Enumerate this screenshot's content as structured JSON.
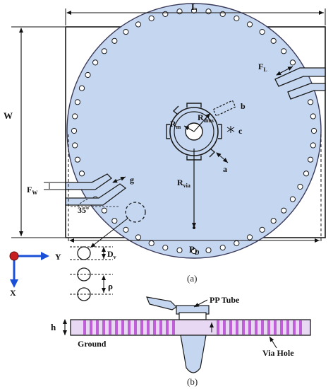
{
  "panel_a": {
    "dimensions": {
      "L": "L",
      "W": "W",
      "FL": "F",
      "FL_sub": "L",
      "FW": "F",
      "FW_sub": "W",
      "g": "g",
      "angle": "35º",
      "PD": "P",
      "PD_sub": "D",
      "Rdms": "R",
      "Rdms_sub": "dms",
      "Rm": "R",
      "Rm_sub": "m",
      "Rvia": "R",
      "Rvia_sub": "via",
      "b": "b",
      "c": "c",
      "a": "a",
      "Dv": "D",
      "Dv_sub": "v",
      "rho": "ρ"
    },
    "axes": {
      "y": "Y",
      "x": "X"
    },
    "caption": "(a)"
  },
  "panel_b": {
    "labels": {
      "pp_tube": "PP Tube",
      "h": "h",
      "ground": "Ground",
      "via_hole": "Via Hole"
    },
    "caption": "(b)"
  },
  "colors": {
    "substrate_fill": "#c5d6f0",
    "via_color": "#c060d8",
    "outline": "#1a1a1a",
    "axis_y": "#1a4fd8",
    "axis_x": "#1a4fd8",
    "axis_origin": "#c82020"
  }
}
